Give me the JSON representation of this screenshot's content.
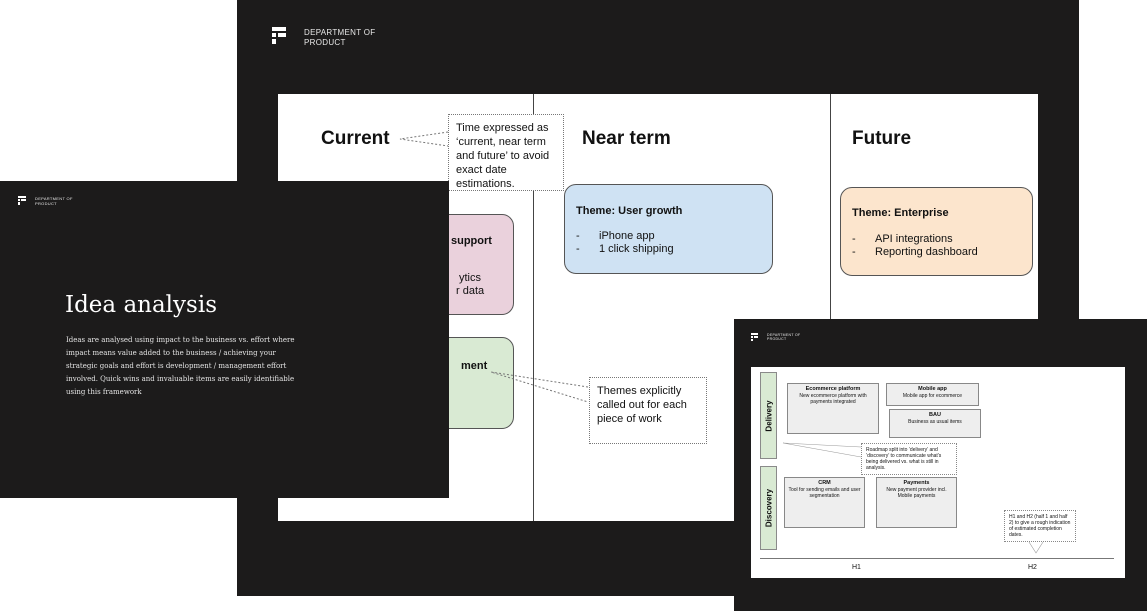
{
  "brand": {
    "line1": "DEPARTMENT OF",
    "line2": "PRODUCT"
  },
  "main_slide": {
    "columns": [
      {
        "heading": "Current"
      },
      {
        "heading": "Near term"
      },
      {
        "heading": "Future"
      }
    ],
    "current_cards": [
      {
        "title_partial": "support",
        "line1_partial": "ytics",
        "line2_partial": "r data"
      },
      {
        "title_partial": "ment"
      }
    ],
    "near_term_card": {
      "title": "Theme: User growth",
      "items": [
        {
          "dash": "-",
          "text": "iPhone app"
        },
        {
          "dash": "-",
          "text": "1 click shipping"
        }
      ]
    },
    "future_card": {
      "title": "Theme: Enterprise",
      "items": [
        {
          "dash": "-",
          "text": "API integrations"
        },
        {
          "dash": "-",
          "text": "Reporting dashboard"
        }
      ]
    },
    "note_time": "Time expressed as ‘current, near term and future’ to avoid exact date estimations.",
    "note_themes": "Themes explicitly called out for each piece of work"
  },
  "left_slide": {
    "title": "Idea analysis",
    "body": "Ideas are analysed using impact to the business vs. effort where impact means value added to the business / achieving your strategic goals and effort is development / management effort involved. Quick wins and invaluable items are easily identifiable using this framework"
  },
  "right_slide": {
    "lanes": {
      "delivery": "Delivery",
      "discovery": "Discovery"
    },
    "boxes": {
      "ecommerce": {
        "title": "Ecommerce platform",
        "desc": "New ecommerce platform with payments integrated"
      },
      "mobile": {
        "title": "Mobile app",
        "desc": "Mobile app for ecommerce"
      },
      "bau": {
        "title": "BAU",
        "desc": "Business as usual items"
      },
      "crm": {
        "title": "CRM",
        "desc": "Tool for sending emails and user segmentation"
      },
      "payments": {
        "title": "Payments",
        "desc": "New payment provider incl. Mobile payments"
      }
    },
    "note_split": "Roadmap split into ‘delivery’ and ‘discovery’ to communicate what’s being delivered vs. what is still in analysis.",
    "note_halves": "H1 and H2 (half 1 and half 2) to give a rough indication of estimated completion dates.",
    "axis": {
      "h1": "H1",
      "h2": "H2"
    }
  }
}
